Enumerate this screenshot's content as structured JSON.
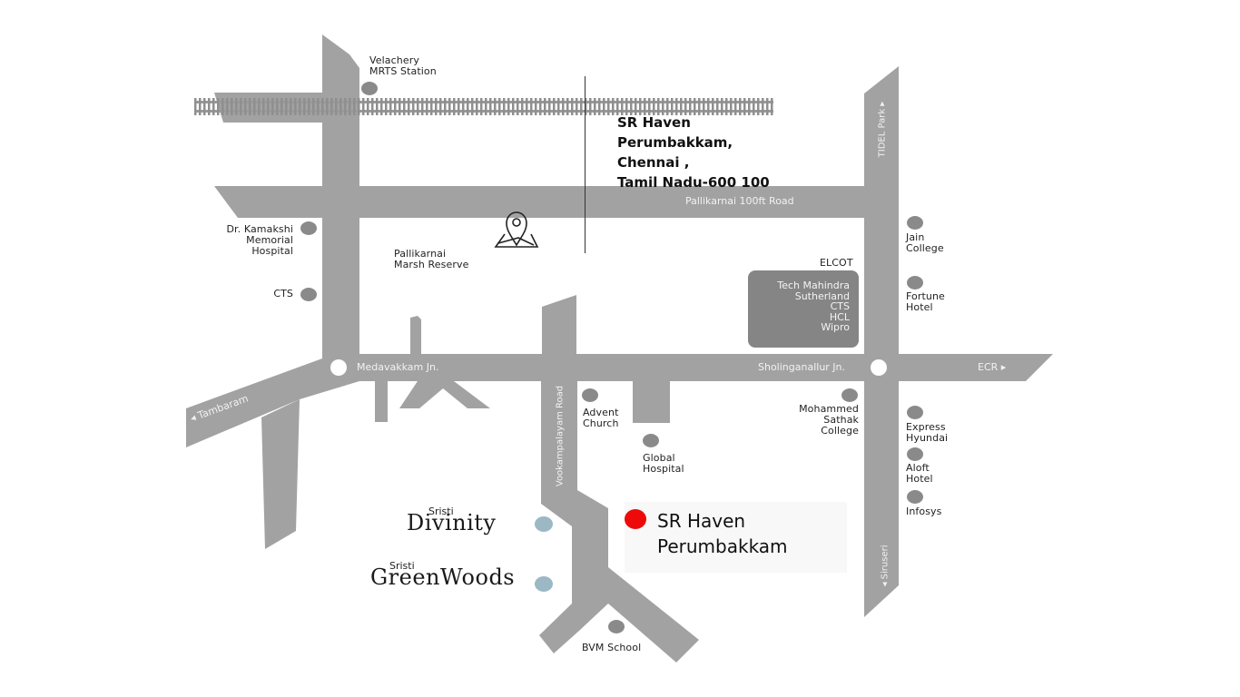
{
  "title_block": {
    "lines": [
      "SR Haven",
      "Perumbakkam,",
      "Chennai ,",
      "Tamil Nadu-600 100"
    ]
  },
  "callout": {
    "line1": "SR Haven",
    "line2": "Perumbakkam",
    "marker_color": "#ee0a0a"
  },
  "roads": {
    "pallikarnai": "Pallikarnai 100ft Road",
    "tidel": "TIDEL Park ▸",
    "ecr": "ECR ▸",
    "siruseri": "◂ Siruseri",
    "tambaram": "◂ Tambaram",
    "vookampalayam": "Vookampalayam Road"
  },
  "junctions": {
    "medavakkam": "Medavakkam Jn.",
    "sholinganallur": "Sholinganallur Jn."
  },
  "landmarks": {
    "velachery": [
      "Velachery",
      "MRTS Station"
    ],
    "kamakshi": [
      "Dr. Kamakshi",
      "Memorial",
      "Hospital"
    ],
    "cts_left": "CTS",
    "marsh": [
      "Pallikarnai",
      "Marsh Reserve"
    ],
    "elcot_title": "ELCOT",
    "elcot_list": [
      "Tech Mahindra",
      "Sutherland",
      "CTS",
      "HCL",
      "Wipro"
    ],
    "jain": [
      "Jain",
      "College"
    ],
    "fortune": [
      "Fortune",
      "Hotel"
    ],
    "advent": [
      "Advent",
      "Church"
    ],
    "global": [
      "Global",
      "Hospital"
    ],
    "sathak": [
      "Mohammed",
      "Sathak",
      "College"
    ],
    "hyundai": [
      "Express",
      "Hyundai"
    ],
    "aloft": [
      "Aloft",
      "Hotel"
    ],
    "infosys": "Infosys",
    "bvm": "BVM School"
  },
  "projects": {
    "divinity": {
      "small": "Sristi",
      "big": "Divinity"
    },
    "greenwoods": {
      "small": "Sristi",
      "big": "GreenWoods"
    }
  },
  "colors": {
    "road": "#a2a2a2",
    "poi": "#8a8a8a",
    "project_dot": "#9bb8c4",
    "elcot_box": "#858585"
  }
}
